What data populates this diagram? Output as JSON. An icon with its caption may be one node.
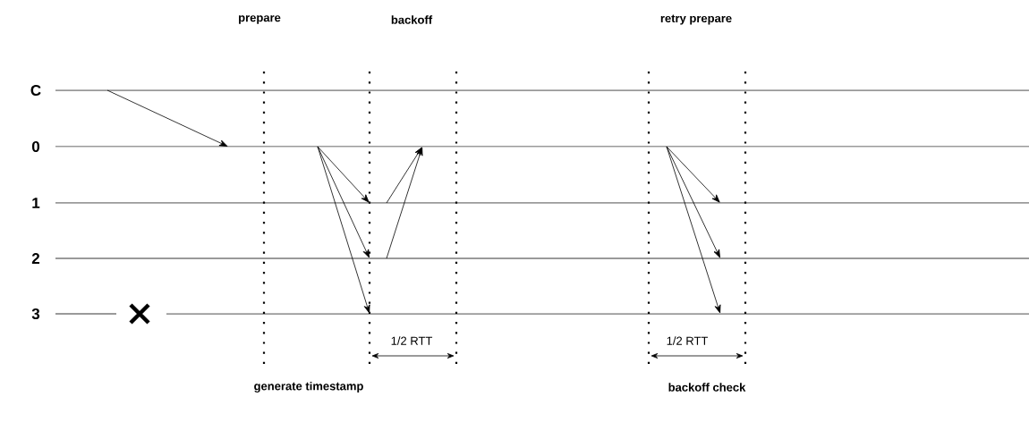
{
  "diagram": {
    "nodes": [
      {
        "text": [
          "C"
        ]
      },
      {
        "text": [
          "0"
        ]
      },
      {
        "text": [
          "1"
        ]
      },
      {
        "text": [
          "2"
        ]
      },
      {
        "text": [
          "3"
        ]
      }
    ],
    "edges": [
      {
        "from": 0,
        "to": 1,
        "arrow": "to"
      },
      {
        "from": 1,
        "to": 2,
        "arrow": "to"
      },
      {
        "from": 1,
        "to": 3,
        "arrow": "to"
      },
      {
        "from": 1,
        "to": 4,
        "arrow": "to"
      },
      {
        "from": 2,
        "to": 1,
        "arrow": "to"
      },
      {
        "from": 3,
        "to": 1,
        "arrow": "to"
      },
      {
        "from": 1,
        "to": 2,
        "arrow": "to"
      },
      {
        "from": 1,
        "to": 3,
        "arrow": "to"
      },
      {
        "from": 1,
        "to": 4,
        "arrow": "to"
      }
    ],
    "labels": [
      "prepare",
      "backoff",
      "retry prepare",
      "1/2 RTT",
      "1/2 RTT",
      "generate timestamp",
      "backoff check"
    ]
  }
}
